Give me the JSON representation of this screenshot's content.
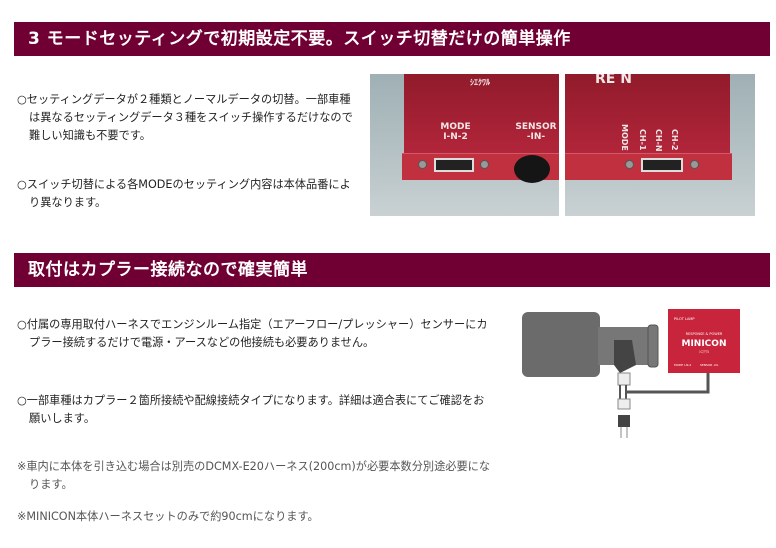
{
  "section1": {
    "title": "3 モードセッティングで初期設定不要。スイッチ切替だけの簡単操作",
    "paragraphs": [
      {
        "lines": [
          "○セッティングデータが２種類とノーマルデータの切替。一部車種",
          "は異なるセッティングデータ３種をスイッチ操作するだけなので",
          "難しい知識も不要です。"
        ]
      },
      {
        "lines": [
          "○スイッチ切替による各MODEのセッティング内容は本体品番によ",
          "り異なります。"
        ]
      }
    ],
    "photo_left": {
      "brand": "ｼｴｸﾜﾙ",
      "mode_label": "MODE",
      "mode_positions": "I-N-2",
      "sensor_label": "SENSOR",
      "sensor_sub": "-IN-"
    },
    "photo_right": {
      "mode_label": "MODE",
      "positions": [
        "CH-1",
        "CH-N",
        "CH-2"
      ]
    }
  },
  "section2": {
    "title": "取付はカプラー接続なので確実簡単",
    "paragraphs": [
      {
        "lines": [
          "○付属の専用取付ハーネスでエンジンルーム指定（エアーフロー/プレッシャー）センサーにカ",
          "プラー接続するだけで電源・アースなどの他接続も必要ありません。"
        ]
      },
      {
        "lines": [
          "○一部車種はカプラー２箇所接続や配線接続タイプになります。詳細は適合表にてご確認をお",
          "願いします。"
        ]
      }
    ],
    "notes": [
      {
        "lines": [
          "※車内に本体を引き込む場合は別売のDCMX-E20ハーネス(200cm)が必要本数分別途必要にな",
          "ります。"
        ]
      },
      {
        "lines": [
          "※MINICON本体ハーネスセットのみで約90cmになります。"
        ]
      }
    ],
    "diagram": {
      "pilot": "PILOT LAMP",
      "sub": "RESPONSE & POWER",
      "product": "MINICON",
      "brand": "ｼｴｸﾜﾙ",
      "mode": "MODE I-N-2",
      "sensor": "SENSOR -IN-"
    }
  },
  "colors": {
    "header_bg": "#700034",
    "product_red": "#c8243c"
  }
}
